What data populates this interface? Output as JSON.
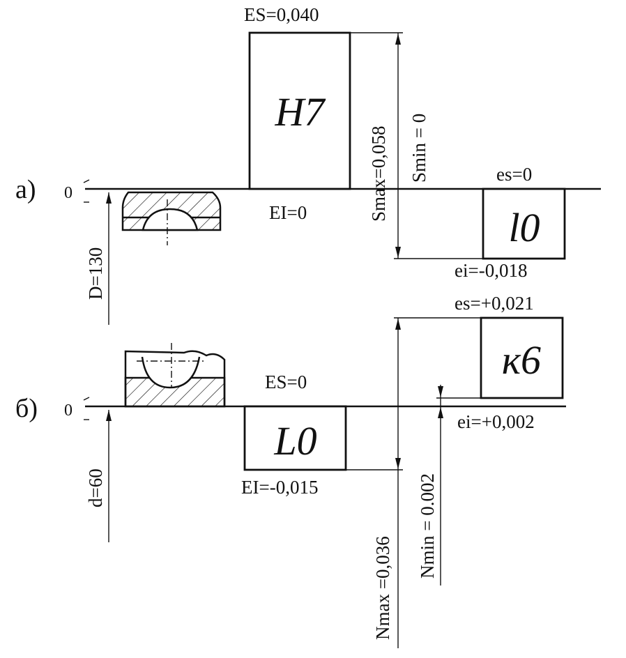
{
  "colors": {
    "ink": "#111111",
    "background": "#ffffff"
  },
  "part_a": {
    "label": "а)",
    "zero": "0",
    "size": "D=130",
    "hole_field": {
      "name": "H7",
      "ES": "ES=0,040",
      "EI": "EI=0"
    },
    "shaft_field": {
      "name": "l0",
      "es": "es=0",
      "ei": "ei=-0,018"
    },
    "smax": "Smax=0,058",
    "smin": "Smin = 0"
  },
  "part_b": {
    "label": "б)",
    "zero": "0",
    "size": "d=60",
    "hole_field": {
      "name": "L0",
      "ES": "ES=0",
      "EI": "EI=-0,015"
    },
    "shaft_field": {
      "name": "к6",
      "es": "es=+0,021",
      "ei": "ei=+0,002"
    },
    "nmax": "Nmax =0,036",
    "nmin": "Nmin = 0.002"
  }
}
